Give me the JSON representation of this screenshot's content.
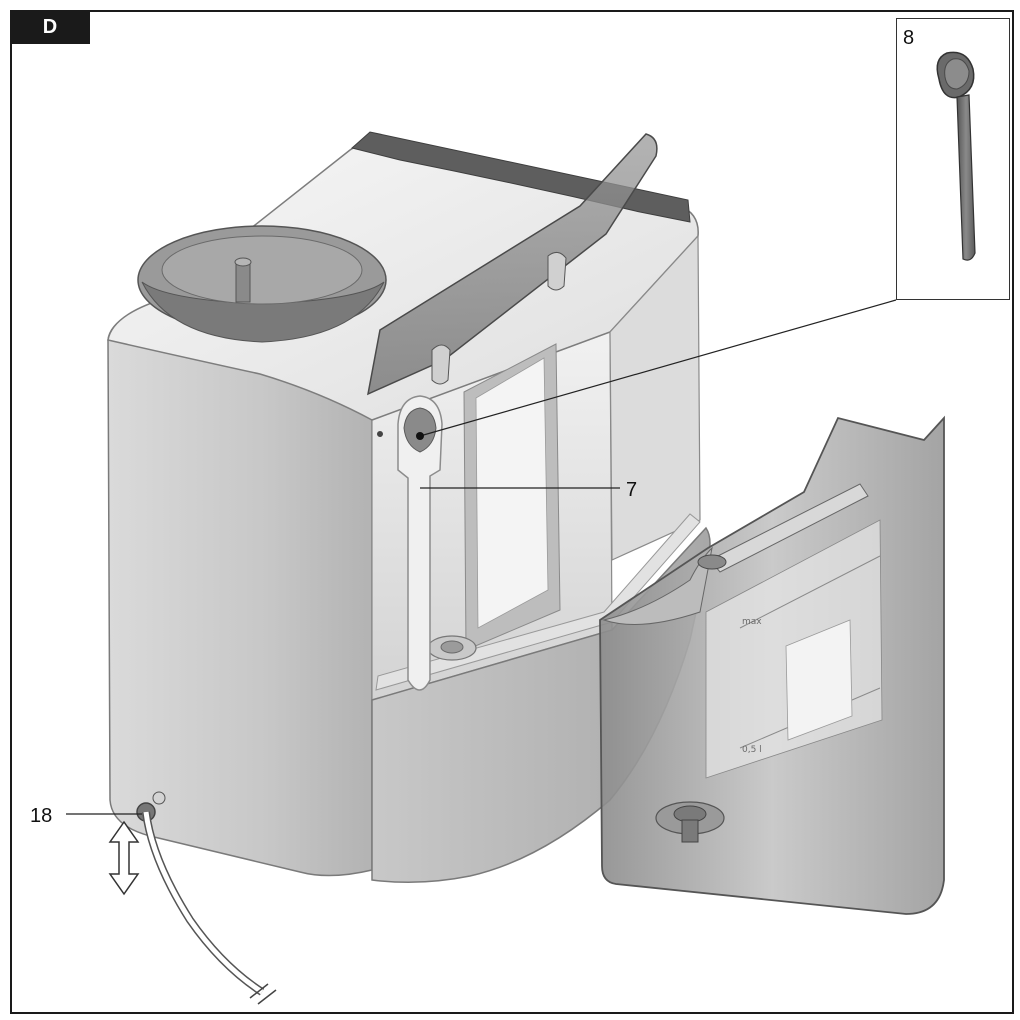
{
  "figure": {
    "section_tab": "D",
    "callouts": {
      "measuring_spoon": "8",
      "spoon_holder": "7",
      "water_connection": "18"
    },
    "water_tank_markings": {
      "max": "max",
      "min": "0,5 l"
    }
  },
  "colors": {
    "frame": "#1a1a1a",
    "body_light": "#e6e6e6",
    "body_mid": "#cfcfcf",
    "body_dark": "#a9a9a9",
    "smoked_plastic": "#8a8a8a",
    "spoon": "#6f6f6f"
  }
}
